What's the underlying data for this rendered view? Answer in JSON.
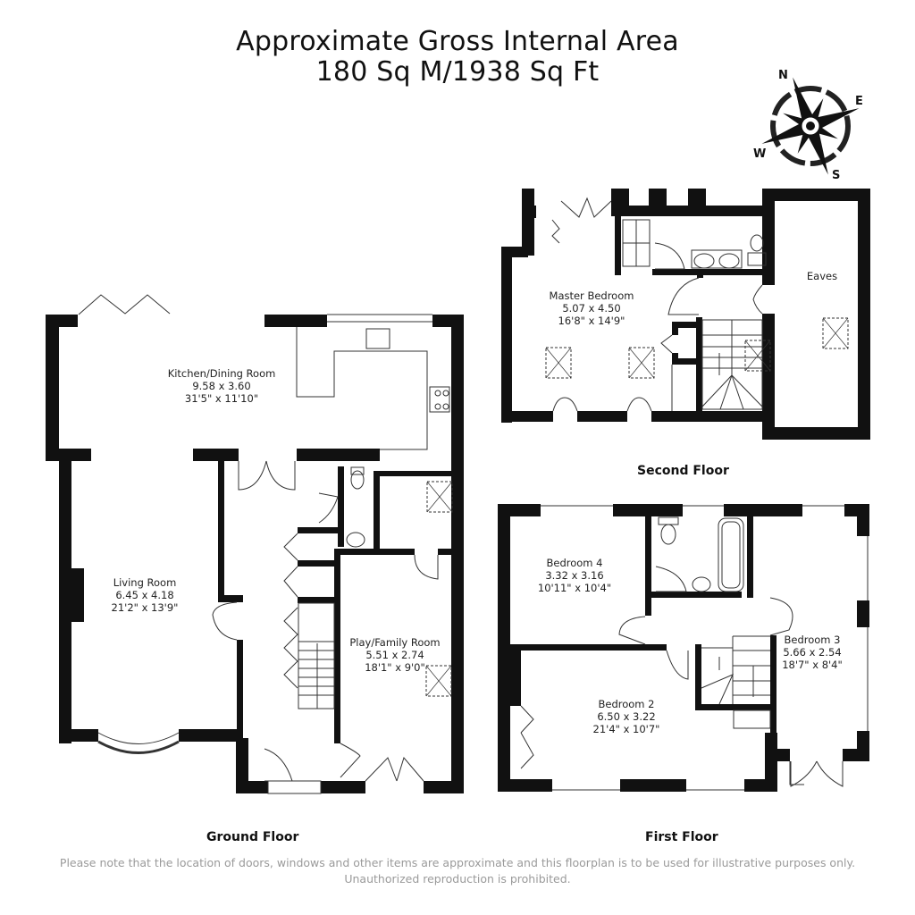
{
  "header": {
    "title_line1": "Approximate Gross Internal Area",
    "title_line2": "180 Sq M/1938 Sq Ft"
  },
  "compass": {
    "icon": "compass-rose-icon",
    "north": "N",
    "east": "E",
    "south": "S",
    "west": "W"
  },
  "floors": {
    "ground": {
      "label": "Ground Floor",
      "rooms": [
        {
          "name": "Kitchen/Dining Room",
          "metric": "9.58 x 3.60",
          "imperial": "31'5\" x 11'10\""
        },
        {
          "name": "Living Room",
          "metric": "6.45 x 4.18",
          "imperial": "21'2\" x 13'9\""
        },
        {
          "name": "Play/Family Room",
          "metric": "5.51 x 2.74",
          "imperial": "18'1\" x 9'0\""
        }
      ]
    },
    "first": {
      "label": "First Floor",
      "rooms": [
        {
          "name": "Bedroom 4",
          "metric": "3.32 x 3.16",
          "imperial": "10'11\" x 10'4\""
        },
        {
          "name": "Bedroom 3",
          "metric": "5.66 x 2.54",
          "imperial": "18'7\" x 8'4\""
        },
        {
          "name": "Bedroom 2",
          "metric": "6.50 x 3.22",
          "imperial": "21'4\" x 10'7\""
        }
      ]
    },
    "second": {
      "label": "Second Floor",
      "rooms": [
        {
          "name": "Master Bedroom",
          "metric": "5.07 x 4.50",
          "imperial": "16'8\" x 14'9\""
        },
        {
          "name": "Eaves",
          "metric": "",
          "imperial": ""
        }
      ]
    }
  },
  "footer": {
    "disclaimer": "Please note that the location of doors, windows and other items are approximate and this floorplan is to be used for illustrative purposes only. Unauthorized reproduction is prohibited."
  },
  "colors": {
    "wall": "#111111",
    "line": "#333333",
    "disclaimer": "#9a9a9a"
  }
}
